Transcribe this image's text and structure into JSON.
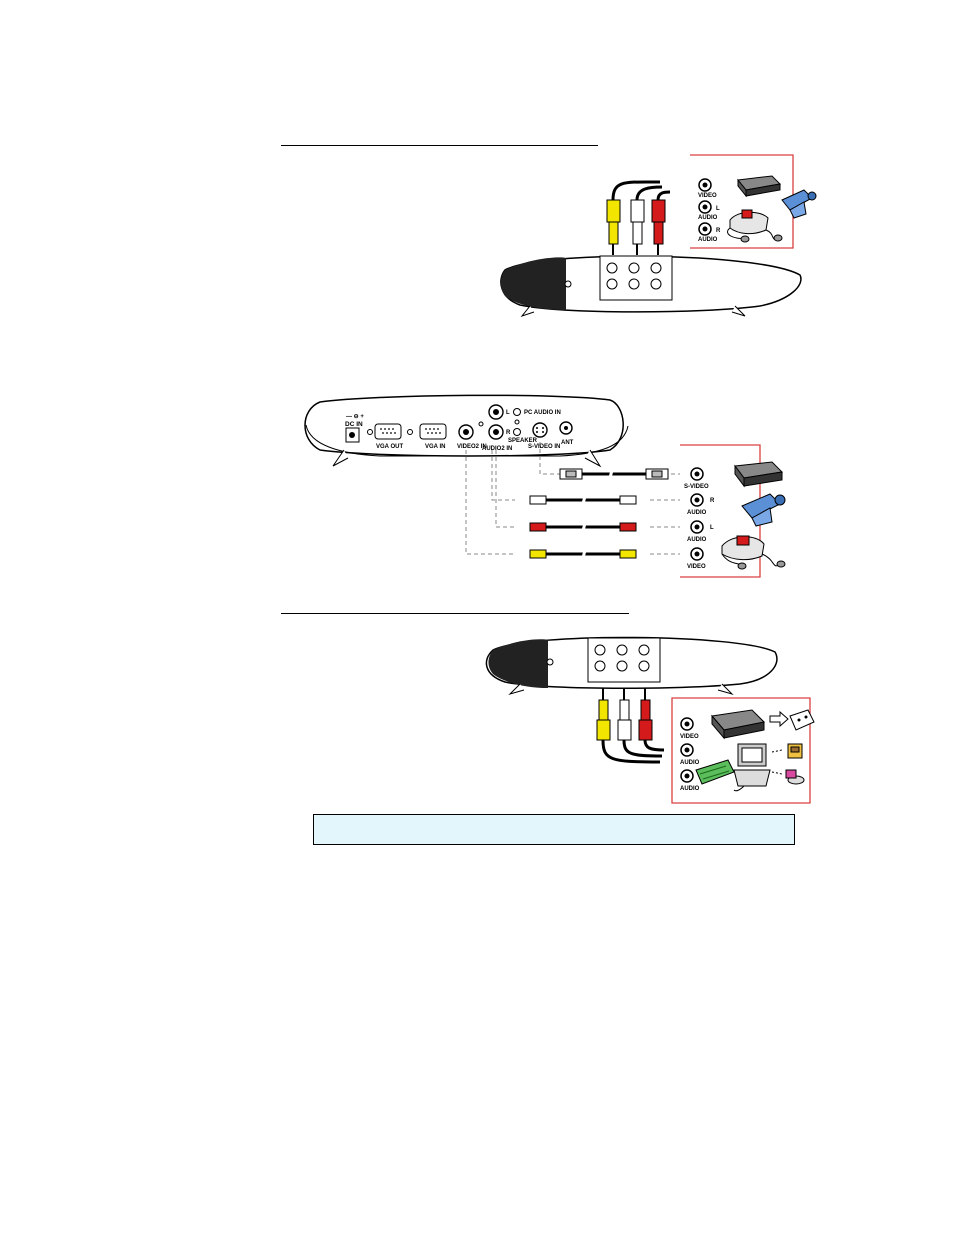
{
  "section1": {
    "title": "",
    "jack_labels": [
      "VIDEO",
      "L",
      "AUDIO",
      "R",
      "AUDIO"
    ],
    "devices": [
      "vcr-icon",
      "camcorder-icon",
      "game-console-icon"
    ]
  },
  "section2": {
    "rear_panel_labels": {
      "dc_in": "DC IN",
      "vga_out": "VGA OUT",
      "vga_in": "VGA IN",
      "video2_in": "VIDEO2 IN",
      "audio2_in": "AUDIO2 IN",
      "pc_audio_in": "PC AUDIO IN",
      "speaker": "SPEAKER",
      "svideo_in": "S-VIDEO IN",
      "ant": "ANT",
      "l": "L",
      "r": "R"
    },
    "source_labels": [
      "S-VIDEO",
      "R",
      "AUDIO",
      "L",
      "AUDIO",
      "VIDEO"
    ]
  },
  "section3": {
    "title": "",
    "jack_labels": [
      "VIDEO",
      "AUDIO",
      "AUDIO"
    ],
    "devices": [
      "vcr-icon",
      "pc-icon",
      "capture-card-icon",
      "cassette-icon",
      "media-icon",
      "disc-icon"
    ]
  },
  "note": {
    "text": ""
  },
  "colors": {
    "yellow": "#f2e600",
    "white": "#ffffff",
    "red": "#d41a1a",
    "frame_red": "#d94040",
    "note_bg": "#e3f6fb"
  }
}
